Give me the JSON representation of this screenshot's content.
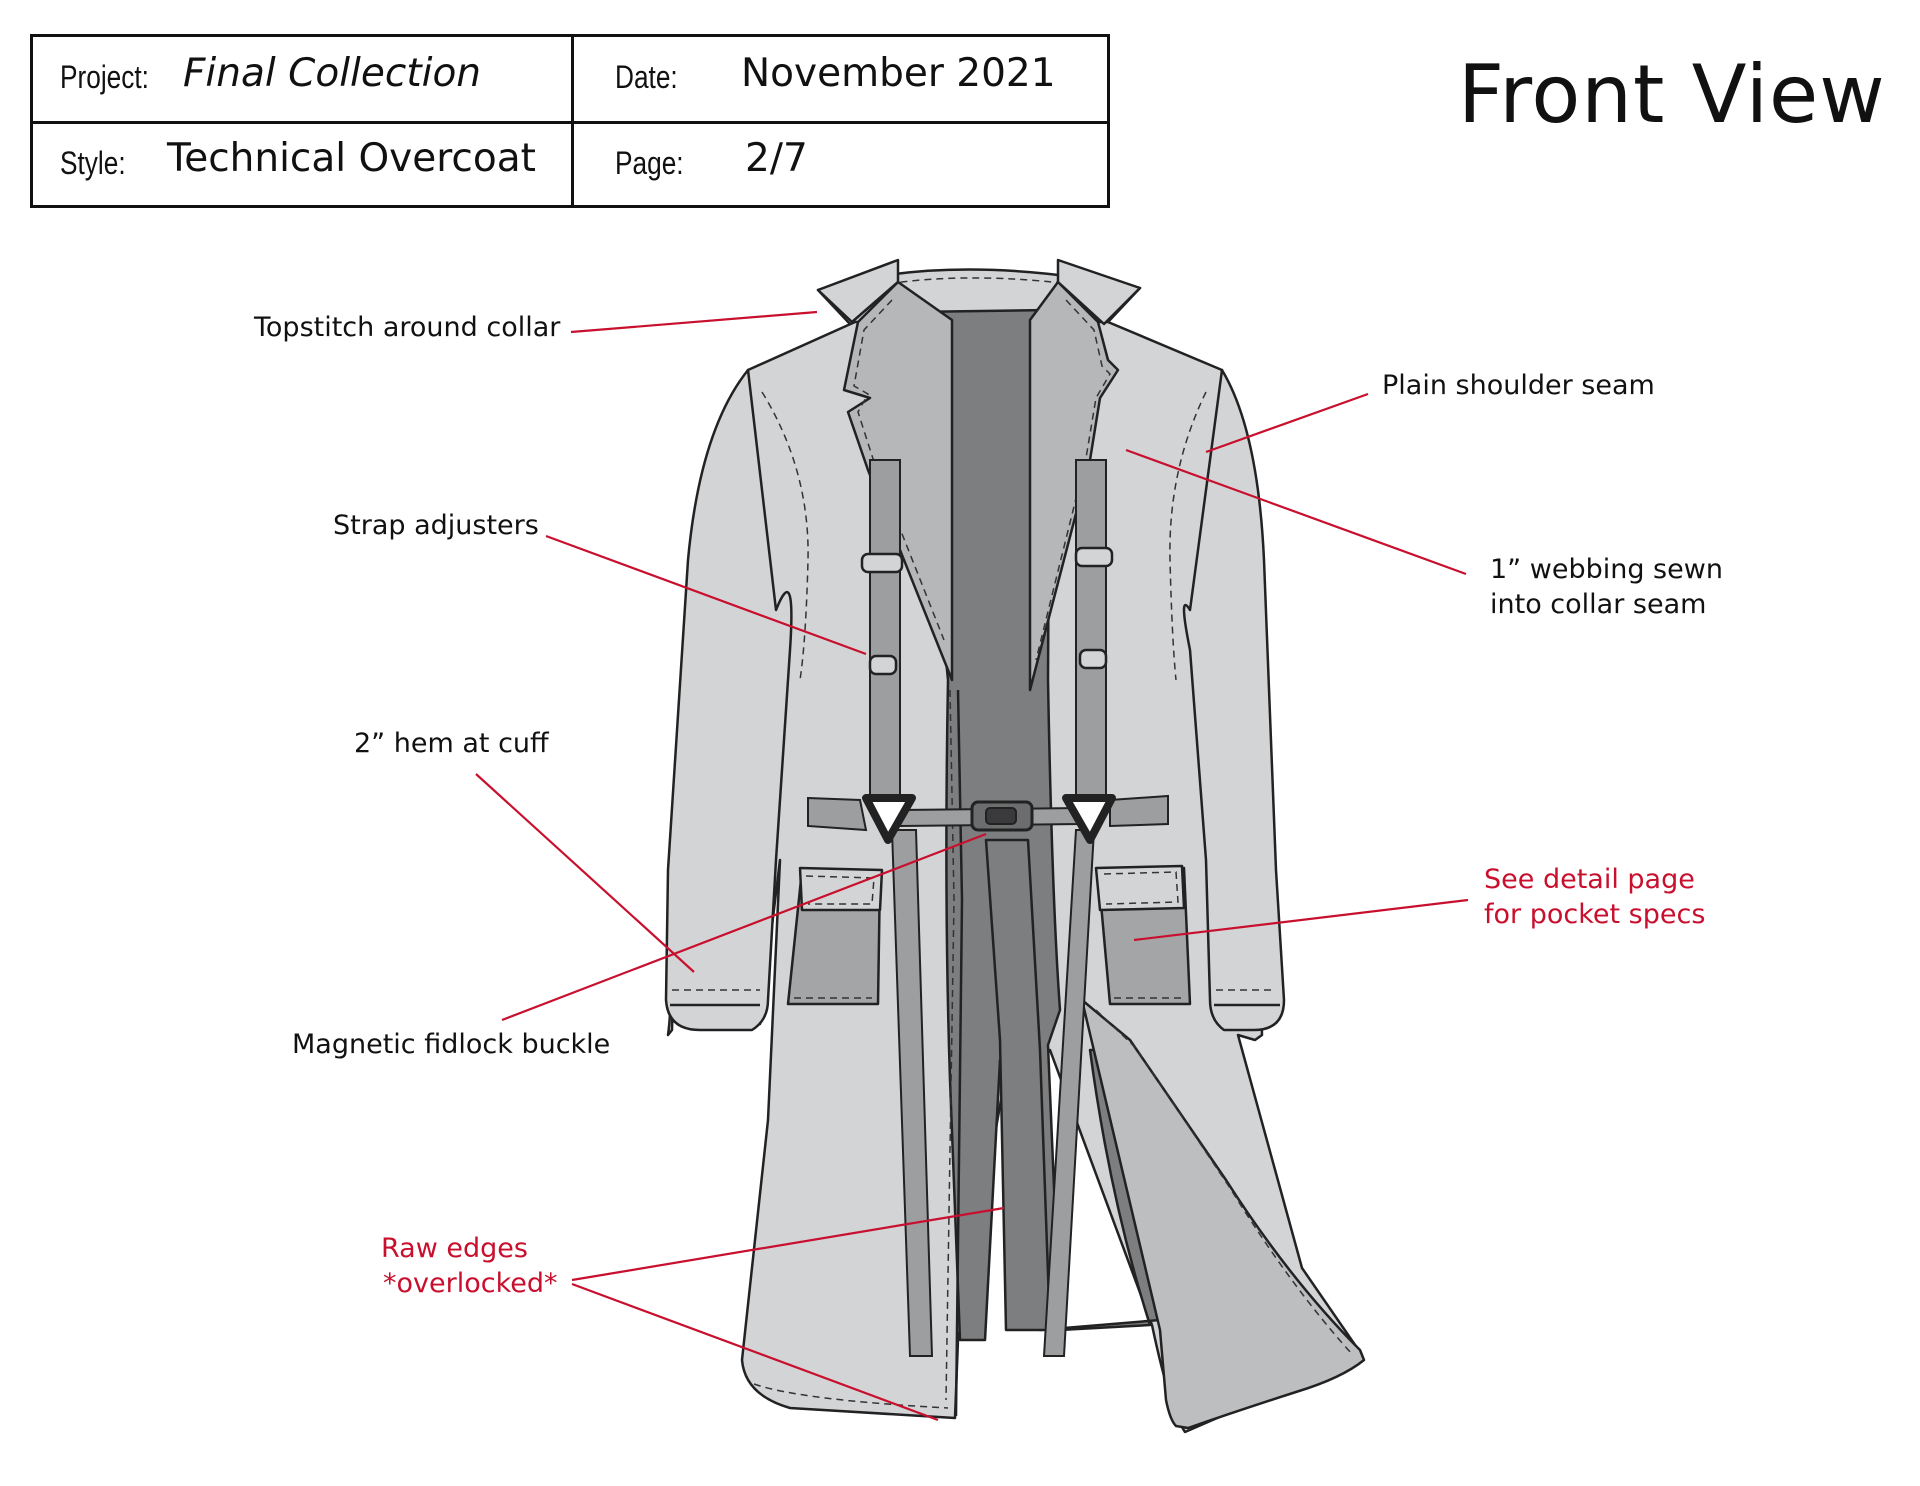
{
  "header": {
    "project_label": "Project:",
    "project_value": "Final Collection",
    "date_label": "Date:",
    "date_value": "November 2021",
    "style_label": "Style:",
    "style_value": "Technical Overcoat",
    "page_label": "Page:",
    "page_value": "2/7"
  },
  "title": "Front View",
  "callouts": {
    "topstitch_collar": "Topstitch around collar",
    "plain_shoulder_seam": "Plain shoulder seam",
    "strap_adjusters": "Strap adjusters",
    "webbing_line1": "1” webbing sewn",
    "webbing_line2": "into collar seam",
    "hem_cuff": "2” hem at cuff",
    "pocket_line1": "See detail page",
    "pocket_line2": "for pocket specs",
    "buckle": "Magnetic fidlock buckle",
    "raw_edges_line1": "Raw edges",
    "raw_edges_line2": "*overlocked*"
  },
  "colors": {
    "leader_line": "#c8102e",
    "red_text": "#c8102e",
    "coat_fill": "#d3d4d6",
    "lining_fill": "#7d7e80",
    "lapel_fill": "#b6b7b9",
    "outline": "#222222"
  }
}
